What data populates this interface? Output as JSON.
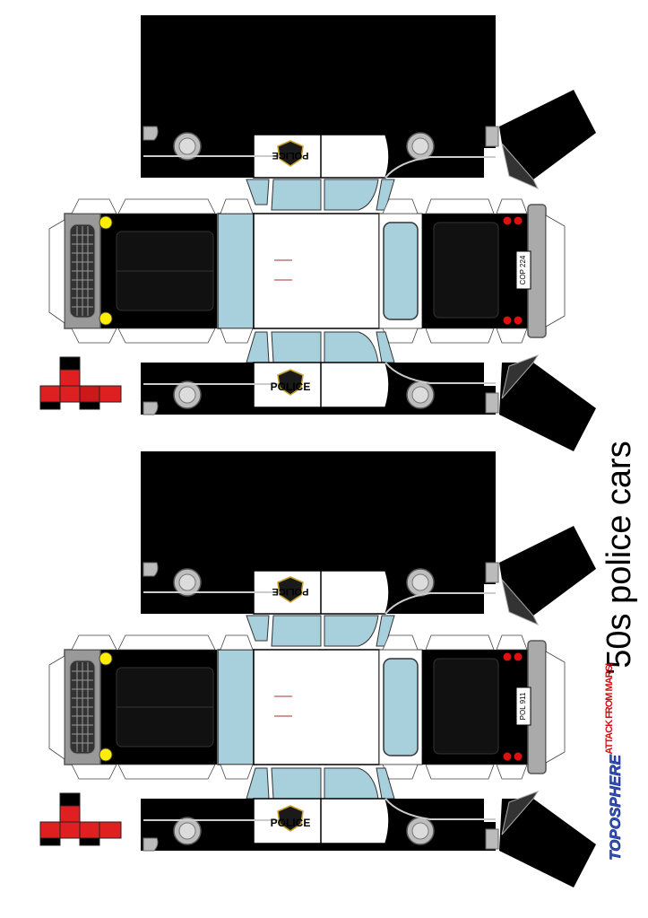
{
  "sheet": {
    "title": "'50s police cars",
    "logos": {
      "mars": "ATTACK FROM MARS!",
      "toposphere": "TOPOSPHERE"
    }
  },
  "cars": [
    {
      "door_text": "POLICE",
      "plate": "COP 224"
    },
    {
      "door_text": "POLICE",
      "plate": "POL 911"
    }
  ],
  "colors": {
    "body_black": "#000000",
    "body_white": "#ffffff",
    "window_blue": "#a8cfdc",
    "chrome_grey": "#9a9a9a",
    "light_red": "#e01010",
    "light_yellow": "#ffee00",
    "wheel_grey": "#b8b8b8",
    "flap_red": "#e02020"
  }
}
